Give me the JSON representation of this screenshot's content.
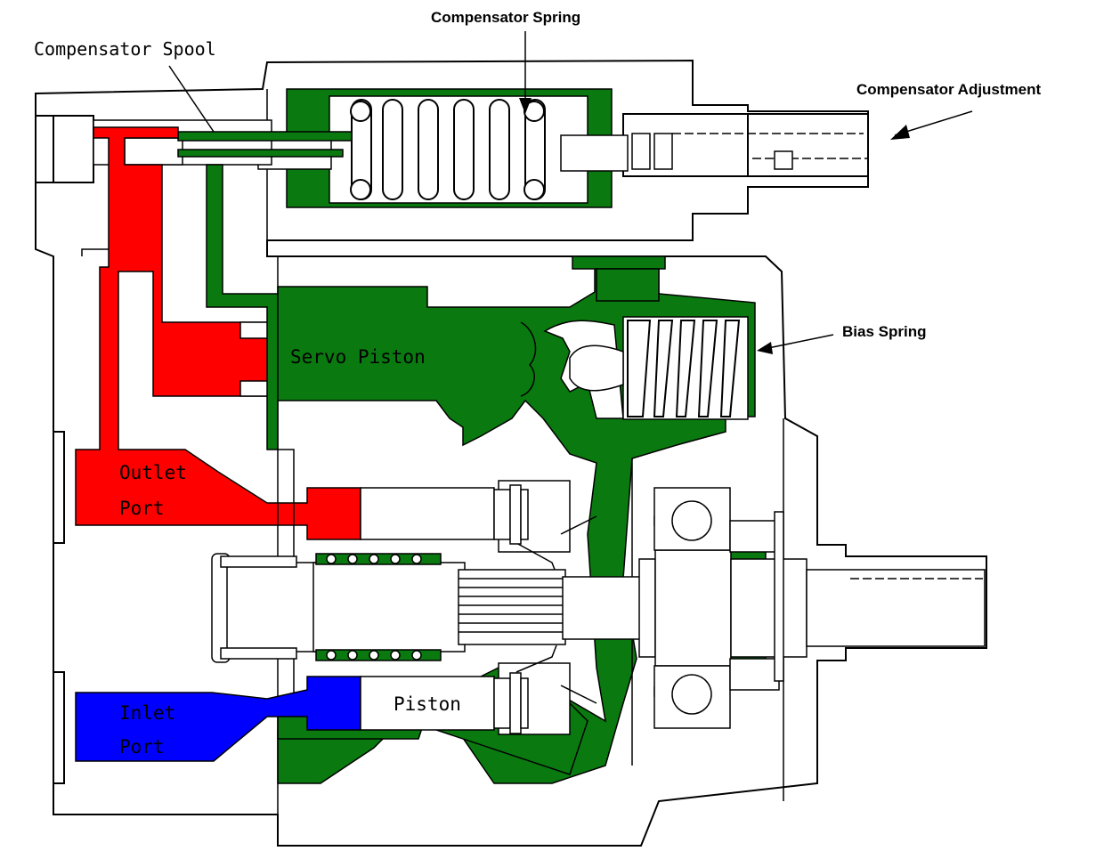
{
  "labels": {
    "compensator_spring": "Compensator Spring",
    "compensator_spool": "Compensator Spool",
    "compensator_adjustment": "Compensator Adjustment",
    "bias_spring": "Bias Spring",
    "servo_piston": "Servo Piston",
    "outlet_port_line1": "Outlet",
    "outlet_port_line2": "Port",
    "inlet_port_line1": "Inlet",
    "inlet_port_line2": "Port",
    "piston": "Piston"
  },
  "colors": {
    "outlet_pressure": "#ff0000",
    "inlet": "#0000ff",
    "case_body": "#0a7a10",
    "background": "#ffffff"
  }
}
